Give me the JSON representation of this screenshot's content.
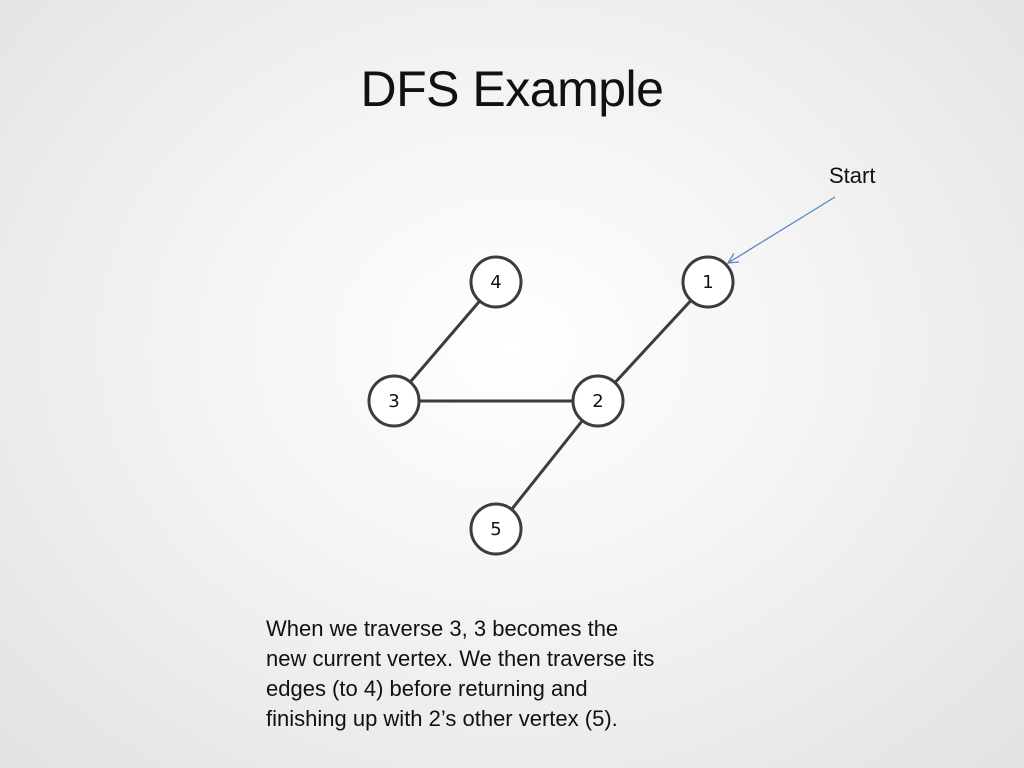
{
  "slide": {
    "title": "DFS Example",
    "start_label": "Start",
    "caption_lines": [
      "When we traverse 3, 3 becomes the",
      "new current vertex. We then traverse its",
      "edges (to 4) before returning and",
      "finishing up with 2’s other vertex (5)."
    ]
  },
  "graph": {
    "nodes": [
      {
        "id": "4",
        "label": "4"
      },
      {
        "id": "1",
        "label": "1"
      },
      {
        "id": "3",
        "label": "3"
      },
      {
        "id": "2",
        "label": "2"
      },
      {
        "id": "5",
        "label": "5"
      }
    ],
    "edges": [
      {
        "from": "4",
        "to": "3"
      },
      {
        "from": "3",
        "to": "2"
      },
      {
        "from": "2",
        "to": "1"
      },
      {
        "from": "2",
        "to": "5"
      }
    ],
    "start_node": "1"
  },
  "colors": {
    "edge": "#3c3c3c",
    "node_stroke": "#3c3c3c",
    "node_fill": "#ffffff",
    "start_arrow": "#5b84c4",
    "text": "#111111"
  }
}
